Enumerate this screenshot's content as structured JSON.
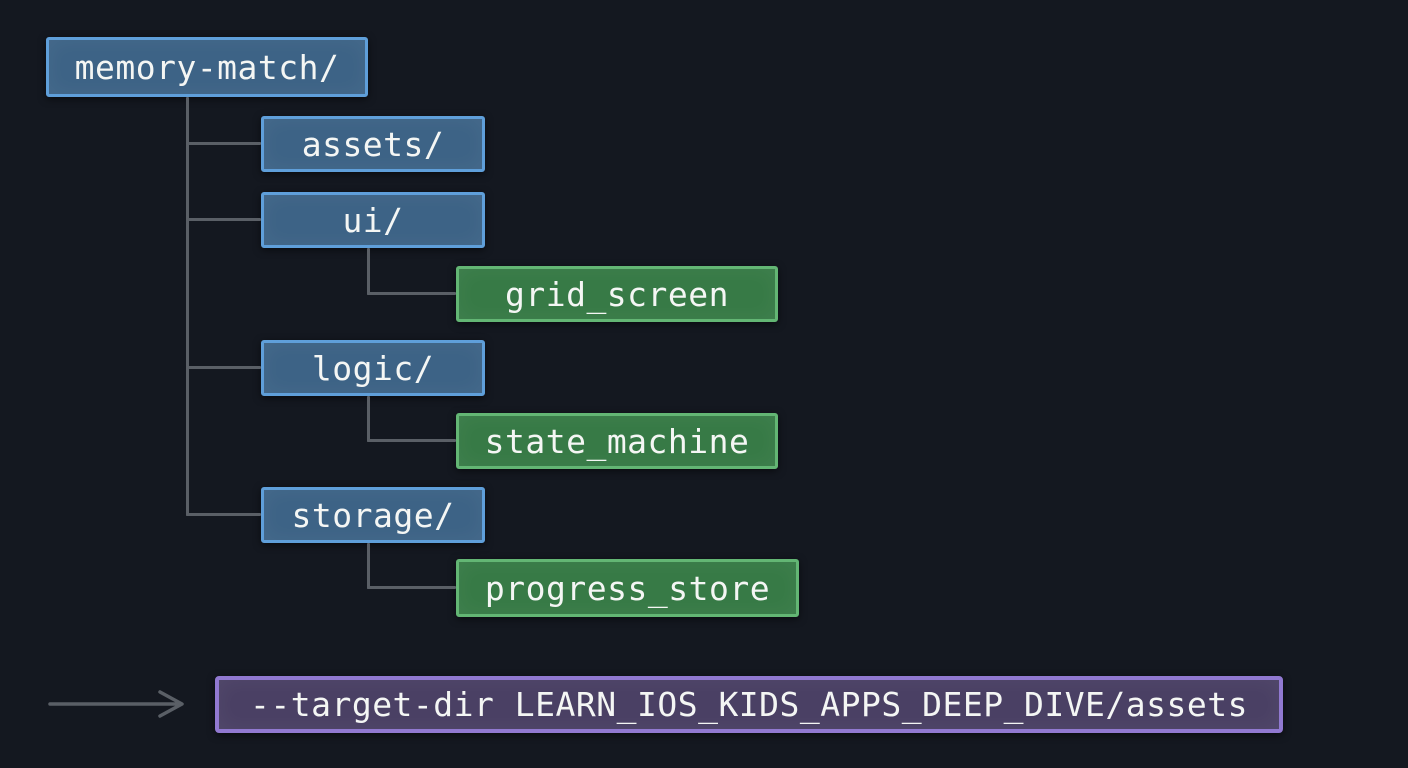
{
  "colors": {
    "background": "#141820",
    "directory_fill": "#3d6386",
    "directory_border": "#5f9fda",
    "file_fill": "#377a46",
    "file_border": "#63b674",
    "command_fill": "#4a4064",
    "command_border": "#9179d1",
    "connector": "#5a5f66",
    "text": "#f4f6f4"
  },
  "tree": {
    "root": {
      "label": "memory-match/"
    },
    "directories": [
      {
        "label": "assets/"
      },
      {
        "label": "ui/"
      },
      {
        "label": "logic/"
      },
      {
        "label": "storage/"
      }
    ],
    "files": [
      {
        "label": "grid_screen",
        "parent": "ui/"
      },
      {
        "label": "state_machine",
        "parent": "logic/"
      },
      {
        "label": "progress_store",
        "parent": "storage/"
      }
    ]
  },
  "command": {
    "label": "--target-dir LEARN_IOS_KIDS_APPS_DEEP_DIVE/assets",
    "icon": "arrow-right-icon"
  }
}
